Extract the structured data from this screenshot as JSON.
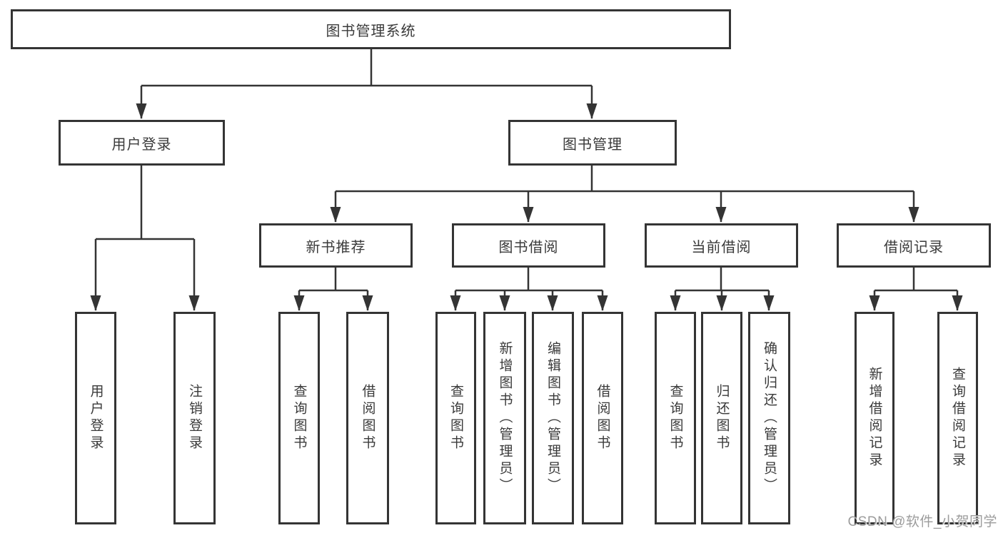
{
  "tree": {
    "label": "图书管理系统",
    "children": [
      {
        "label": "用户登录",
        "children": [
          {
            "label": "用户登录"
          },
          {
            "label": "注销登录"
          }
        ]
      },
      {
        "label": "图书管理",
        "children": [
          {
            "label": "新书推荐",
            "children": [
              {
                "label": "查询图书"
              },
              {
                "label": "借阅图书"
              }
            ]
          },
          {
            "label": "图书借阅",
            "children": [
              {
                "label": "查询图书"
              },
              {
                "label": "新增图书（管理员）"
              },
              {
                "label": "编辑图书（管理员）"
              },
              {
                "label": "借阅图书"
              }
            ]
          },
          {
            "label": "当前借阅",
            "children": [
              {
                "label": "查询图书"
              },
              {
                "label": "归还图书"
              },
              {
                "label": "确认归还（管理员）"
              }
            ]
          },
          {
            "label": "借阅记录",
            "children": [
              {
                "label": "新增借阅记录"
              },
              {
                "label": "查询借阅记录"
              }
            ]
          }
        ]
      }
    ]
  },
  "watermark": "CSDN @软件_小贺同学",
  "colors": {
    "line": "#343434",
    "box_border": "#343434",
    "text": "#3a3a3a",
    "watermark_text": "#9c9c9c",
    "background": "#ffffff"
  }
}
